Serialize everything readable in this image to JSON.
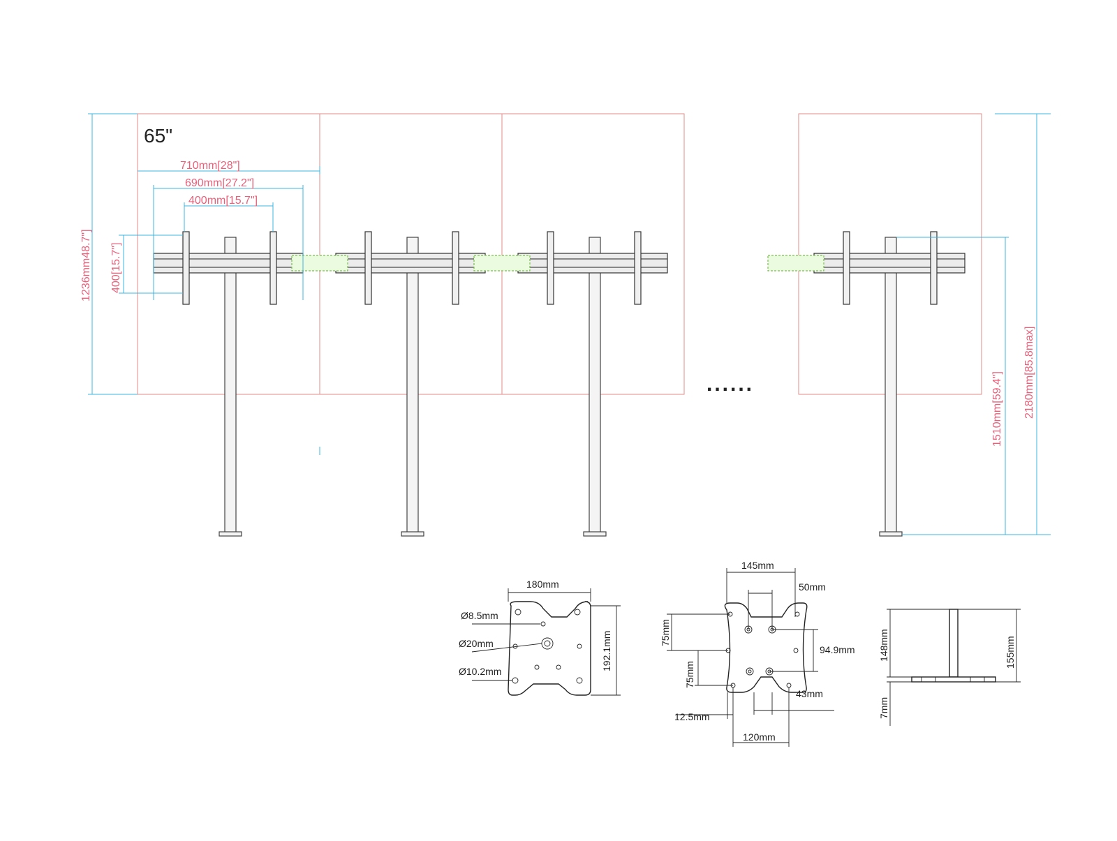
{
  "screen_size": "65\"",
  "front_view": {
    "dim_710": "710mm[28\"]",
    "dim_690": "690mm[27.2\"]",
    "dim_400h": "400mm[15.7\"]",
    "dim_400v": "400[15.7\"]",
    "dim_1236": "1236mm48.7\"]",
    "dim_1510": "1510mm[59.4\"]",
    "dim_2180": "2180mm[85.8max]",
    "ellipsis": "......"
  },
  "plate_a": {
    "width": "180mm",
    "height": "192.1mm",
    "hole_small": "Ø8.5mm",
    "hole_center": "Ø20mm",
    "hole_mid": "Ø10.2mm"
  },
  "plate_b": {
    "top": "145mm",
    "inner_top": "50mm",
    "left_upper": "75mm",
    "left_lower": "75mm",
    "right": "94.9mm",
    "notch": "43mm",
    "offset": "12.5mm",
    "bottom": "120mm"
  },
  "side_view": {
    "h148": "148mm",
    "h155": "155mm",
    "h7": "7mm"
  },
  "colors": {
    "dimension_text": "#e8607a",
    "dimension_line": "#3cb4e0",
    "screen_outline": "#e58b8b",
    "extension": "#7bc14b"
  }
}
